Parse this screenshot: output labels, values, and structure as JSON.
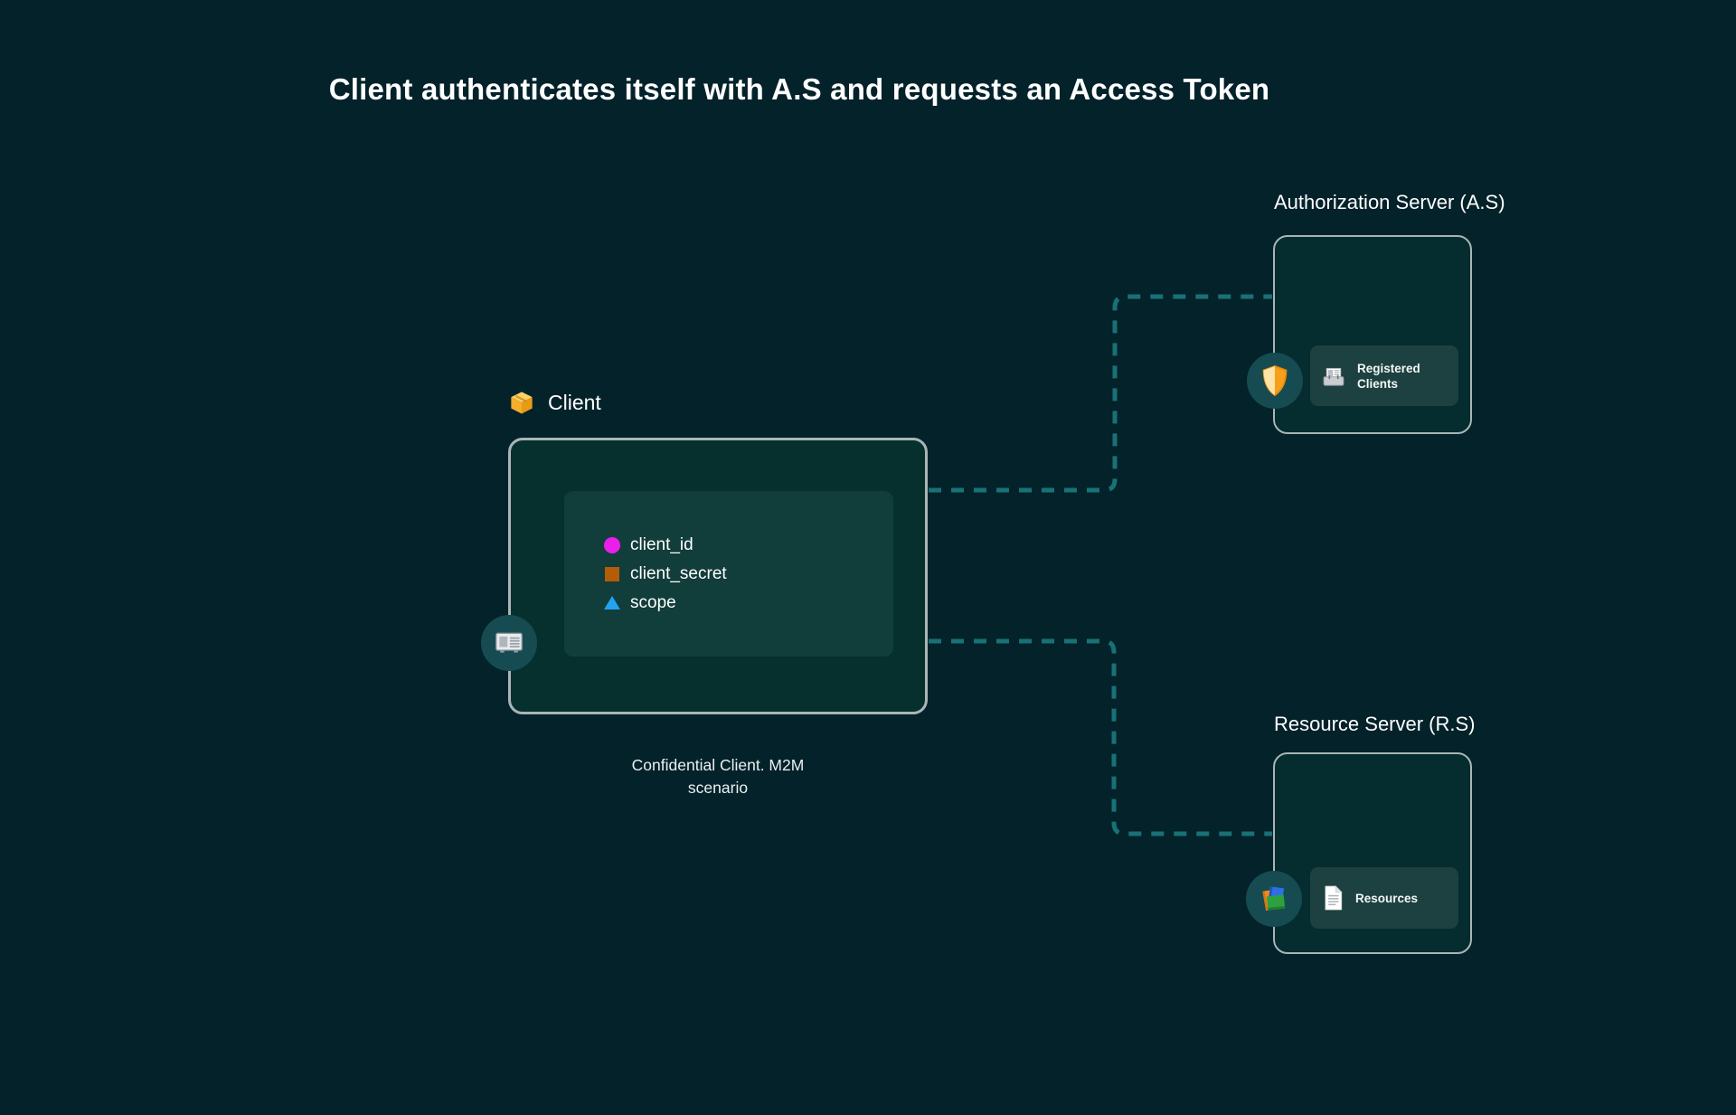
{
  "title": "Client authenticates itself with A.S and requests an Access Token",
  "client": {
    "label": "Client",
    "icon": "package-icon",
    "fields": [
      {
        "label": "client_id",
        "bullet": "circle",
        "color": "#ea1fea"
      },
      {
        "label": "client_secret",
        "bullet": "square",
        "color": "#b45c08"
      },
      {
        "label": "scope",
        "bullet": "triangle",
        "color": "#22a3ef"
      }
    ],
    "caption_line1": "Confidential Client. M2M",
    "caption_line2": "scenario",
    "badge_icon": "terminal-card-icon"
  },
  "auth_server": {
    "label": "Authorization Server (A.S)",
    "badge_icon": "shield-icon",
    "panel": {
      "label": "Registered Clients",
      "icon": "card-index-icon"
    }
  },
  "resource_server": {
    "label": "Resource Server (R.S)",
    "badge_icon": "books-icon",
    "panel": {
      "label": "Resources",
      "icon": "page-icon"
    }
  },
  "colors": {
    "background": "#03222a",
    "client_box_fill": "#05302e",
    "server_box_fill": "#052c2e",
    "client_inner_panel": "#113d3a",
    "server_inner_panel": "#1d4140",
    "box_border": "#a9b5b6",
    "connector_dash": "#187175",
    "badge_circle": "#164b52",
    "text": "#ffffff"
  }
}
